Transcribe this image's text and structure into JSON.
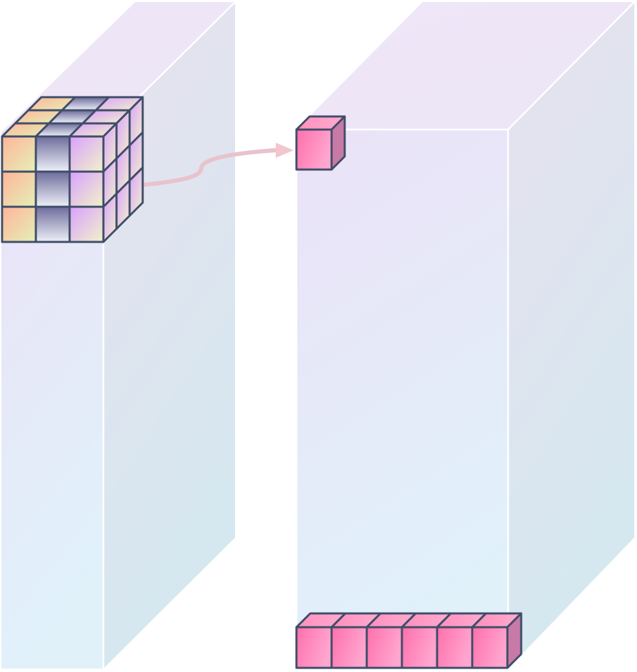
{
  "diagram": {
    "kind": "3D convolution illustration",
    "colors": {
      "block_top": "#efe6f7",
      "block_front_top": "#ebe2f7",
      "block_front_bottom": "#e0f1fa",
      "block_side_top": "#e7e1ef",
      "block_side_bottom": "#d5e8ef",
      "kernel_edge": "#3f4d68",
      "arrow": "#f0c4cc",
      "output_cell_front": "#ff7fb3",
      "output_cell_side": "#c87aa6",
      "output_cell_top": "#ff9cc3"
    },
    "kernel": {
      "rows": 3,
      "cols": 3,
      "depth": 3
    },
    "output_row_cells": 6
  }
}
